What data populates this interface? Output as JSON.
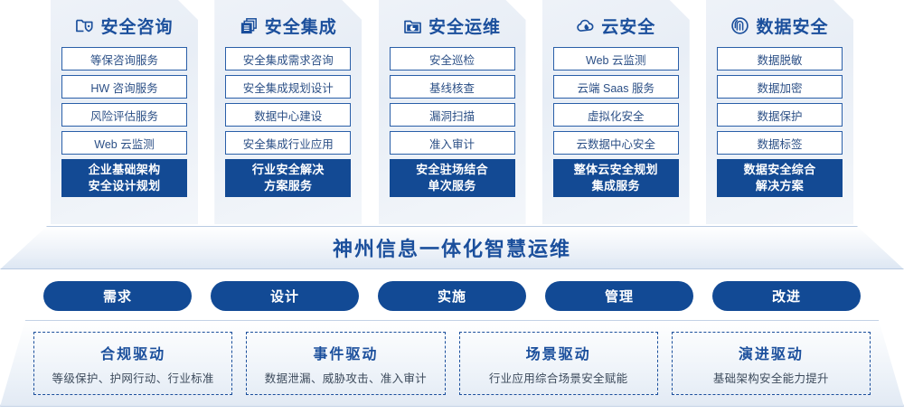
{
  "columns": [
    {
      "icon": "folder-shield-icon",
      "title": "安全咨询",
      "items": [
        "等保咨询服务",
        "HW 咨询服务",
        "风险评估服务",
        "Web 云监测"
      ],
      "highlight": [
        "企业基础架构",
        "安全设计规划"
      ]
    },
    {
      "icon": "stacked-documents-icon",
      "title": "安全集成",
      "items": [
        "安全集成需求咨询",
        "安全集成规划设计",
        "数据中心建设",
        "安全集成行业应用"
      ],
      "highlight": [
        "行业安全解决",
        "方案服务"
      ]
    },
    {
      "icon": "folder-chart-icon",
      "title": "安全运维",
      "items": [
        "安全巡检",
        "基线核查",
        "漏洞扫描",
        "准入审计"
      ],
      "highlight": [
        "安全驻场结合",
        "单次服务"
      ]
    },
    {
      "icon": "cloud-icon",
      "title": "云安全",
      "items": [
        "Web 云监测",
        "云端 Saas 服务",
        "虚拟化安全",
        "云数据中心安全"
      ],
      "highlight": [
        "整体云安全规划",
        "集成服务"
      ]
    },
    {
      "icon": "fingerprint-icon",
      "title": "数据安全",
      "items": [
        "数据脱敏",
        "数据加密",
        "数据保护",
        "数据标签"
      ],
      "highlight": [
        "数据安全综合",
        "解决方案"
      ]
    }
  ],
  "banner": {
    "text": "神州信息一体化智慧运维"
  },
  "phases": [
    "需求",
    "设计",
    "实施",
    "管理",
    "改进"
  ],
  "drivers": [
    {
      "title": "合规驱动",
      "desc": "等级保护、护网行动、行业标准"
    },
    {
      "title": "事件驱动",
      "desc": "数据泄漏、威胁攻击、准入审计"
    },
    {
      "title": "场景驱动",
      "desc": "行业应用综合场景安全赋能"
    },
    {
      "title": "演进驱动",
      "desc": "基础架构安全能力提升"
    }
  ],
  "colors": {
    "brand_blue": "#1b4f9c",
    "solid_blue": "#134a94",
    "item_border": "#2a5fa8",
    "card_bg": "#eef2f8"
  }
}
